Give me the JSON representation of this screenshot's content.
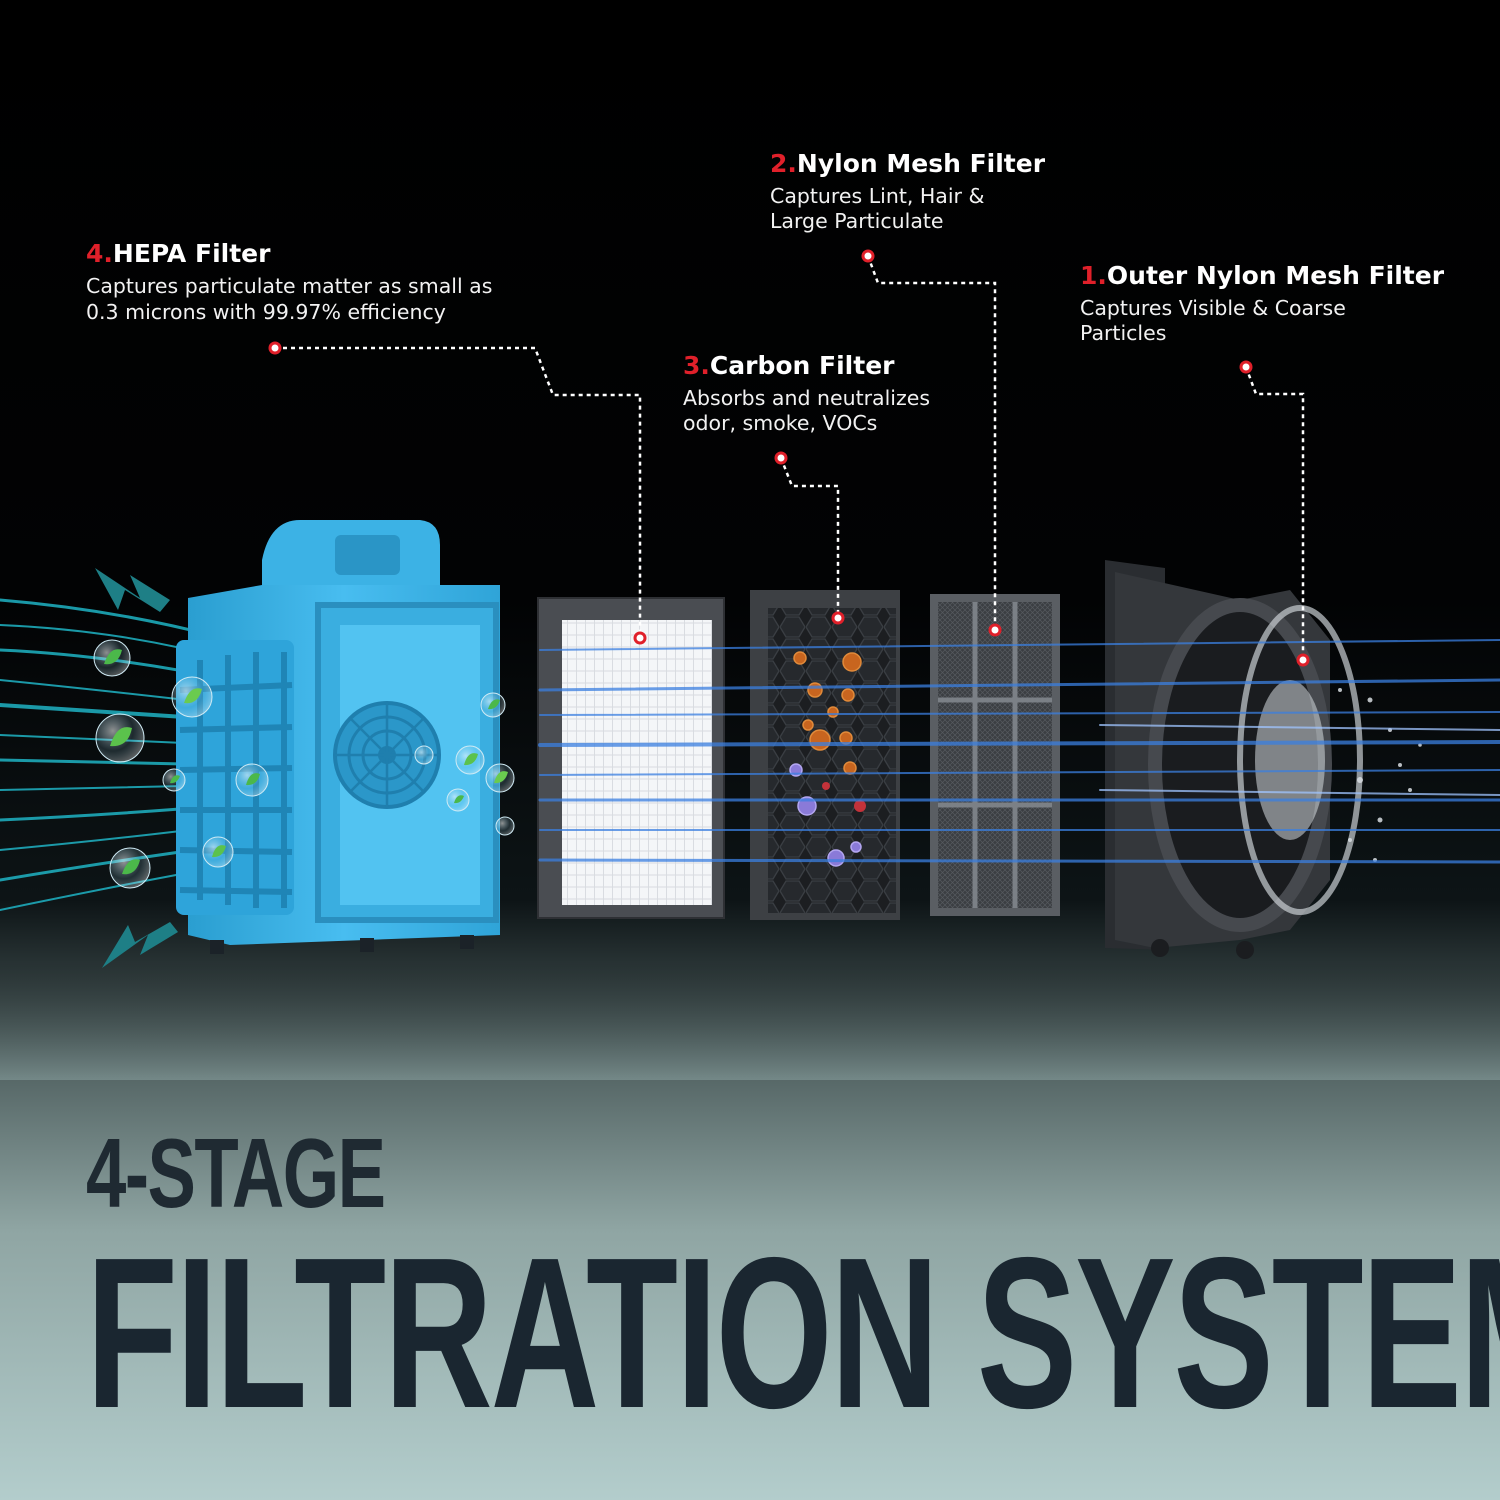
{
  "callouts": [
    {
      "id": "hepa",
      "number": "4.",
      "title": "HEPA Filter",
      "desc_line1": "Captures particulate matter as small as",
      "desc_line2": "0.3 microns with 99.97% efficiency"
    },
    {
      "id": "carbon",
      "number": "3.",
      "title": "Carbon Filter",
      "desc_line1": "Absorbs and neutralizes",
      "desc_line2": "odor, smoke, VOCs"
    },
    {
      "id": "nylon",
      "number": "2.",
      "title": "Nylon Mesh Filter",
      "desc_line1": "Captures Lint, Hair &",
      "desc_line2": "Large Particulate"
    },
    {
      "id": "outer",
      "number": "1.",
      "title": "Outer Nylon Mesh Filter",
      "desc_line1": "Captures Visible & Coarse",
      "desc_line2": "Particles"
    }
  ],
  "headline": {
    "line1": "4-STAGE",
    "line2": "FILTRATION SYSTEM"
  },
  "colors": {
    "accent_red": "#e0202a",
    "unit_blue": "#3fb6e6",
    "headline_dark": "#1a2630",
    "airflow_blue": "#3a7fe0",
    "airflow_teal": "#1fb3c4"
  },
  "icons": [
    "airflow-arrow-icon",
    "leaf-bubble-icon",
    "germ-icon",
    "fan-grille-icon"
  ]
}
